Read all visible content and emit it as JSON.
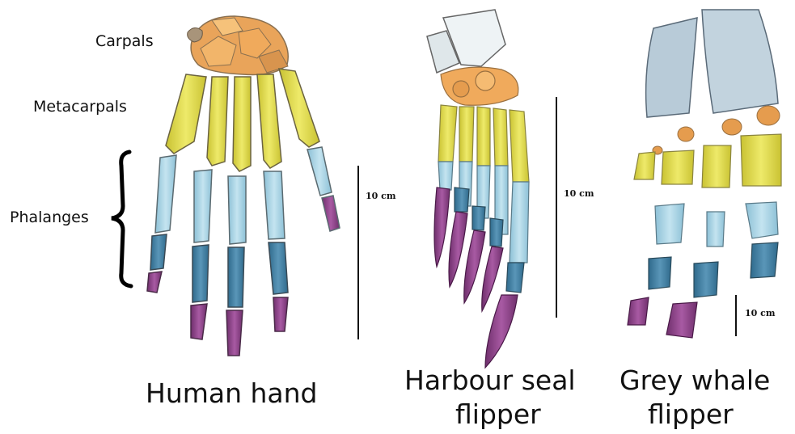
{
  "labels": {
    "carpals": "Carpals",
    "metacarpals": "Metacarpals",
    "phalanges": "Phalanges"
  },
  "specimens": {
    "human": {
      "caption": "Human hand",
      "scale": "10 cm"
    },
    "seal": {
      "caption_line1": "Harbour seal",
      "caption_line2": "flipper",
      "scale": "10 cm"
    },
    "whale": {
      "caption_line1": "Grey whale",
      "caption_line2": "flipper",
      "scale": "10 cm"
    }
  },
  "colors": {
    "carpals": "#f0aa5c",
    "metacarpals": "#e5e04a",
    "proximal_phalanges": "#a8d4e6",
    "intermediate_phalanges": "#3f7fa3",
    "distal_phalanges": "#8a3f87",
    "scapula_like": "#b8cbd8",
    "cartilage": "#9b9080"
  }
}
